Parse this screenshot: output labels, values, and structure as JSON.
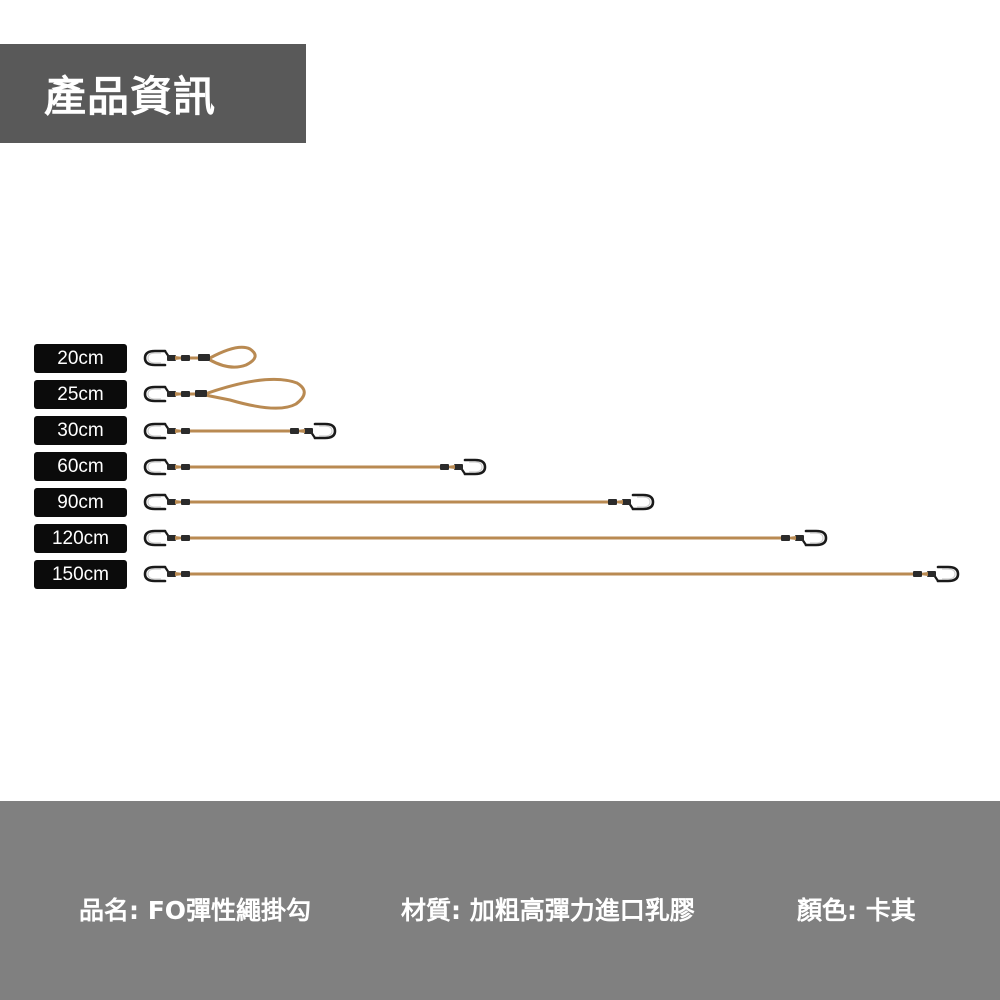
{
  "header": {
    "title": "產品資訊"
  },
  "colors": {
    "header_bg": "#595959",
    "label_bg": "#0b0b0b",
    "cord": "#b98a52",
    "footer_bg": "#808080"
  },
  "products": [
    {
      "size": "20cm",
      "style": "loop"
    },
    {
      "size": "25cm",
      "style": "loop"
    },
    {
      "size": "30cm",
      "style": "straight"
    },
    {
      "size": "60cm",
      "style": "straight"
    },
    {
      "size": "90cm",
      "style": "straight"
    },
    {
      "size": "120cm",
      "style": "straight"
    },
    {
      "size": "150cm",
      "style": "straight"
    }
  ],
  "specs": {
    "name_label": "品名:",
    "name_value": "FO彈性繩掛勾",
    "material_label": "材質:",
    "material_value": "加粗高彈力進口乳膠",
    "color_label": "顏色:",
    "color_value": "卡其"
  },
  "icons": {
    "hook": "carabiner-hook-icon",
    "cord": "bungee-cord-icon"
  }
}
